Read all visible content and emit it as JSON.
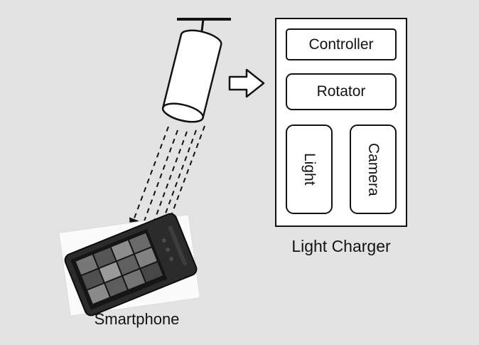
{
  "colors": {
    "background": "#e3e3e3",
    "panel_fill": "#ffffff",
    "stroke": "#131313"
  },
  "charger": {
    "title": "Light Charger",
    "components": {
      "controller": "Controller",
      "rotator": "Rotator",
      "light": "Light",
      "camera": "Camera"
    }
  },
  "smartphone": {
    "label": "Smartphone"
  },
  "icons": [
    "ceiling-mount-icon",
    "light-cylinder-icon",
    "block-arrow-right-icon",
    "light-beams-icon",
    "smartphone-image"
  ]
}
